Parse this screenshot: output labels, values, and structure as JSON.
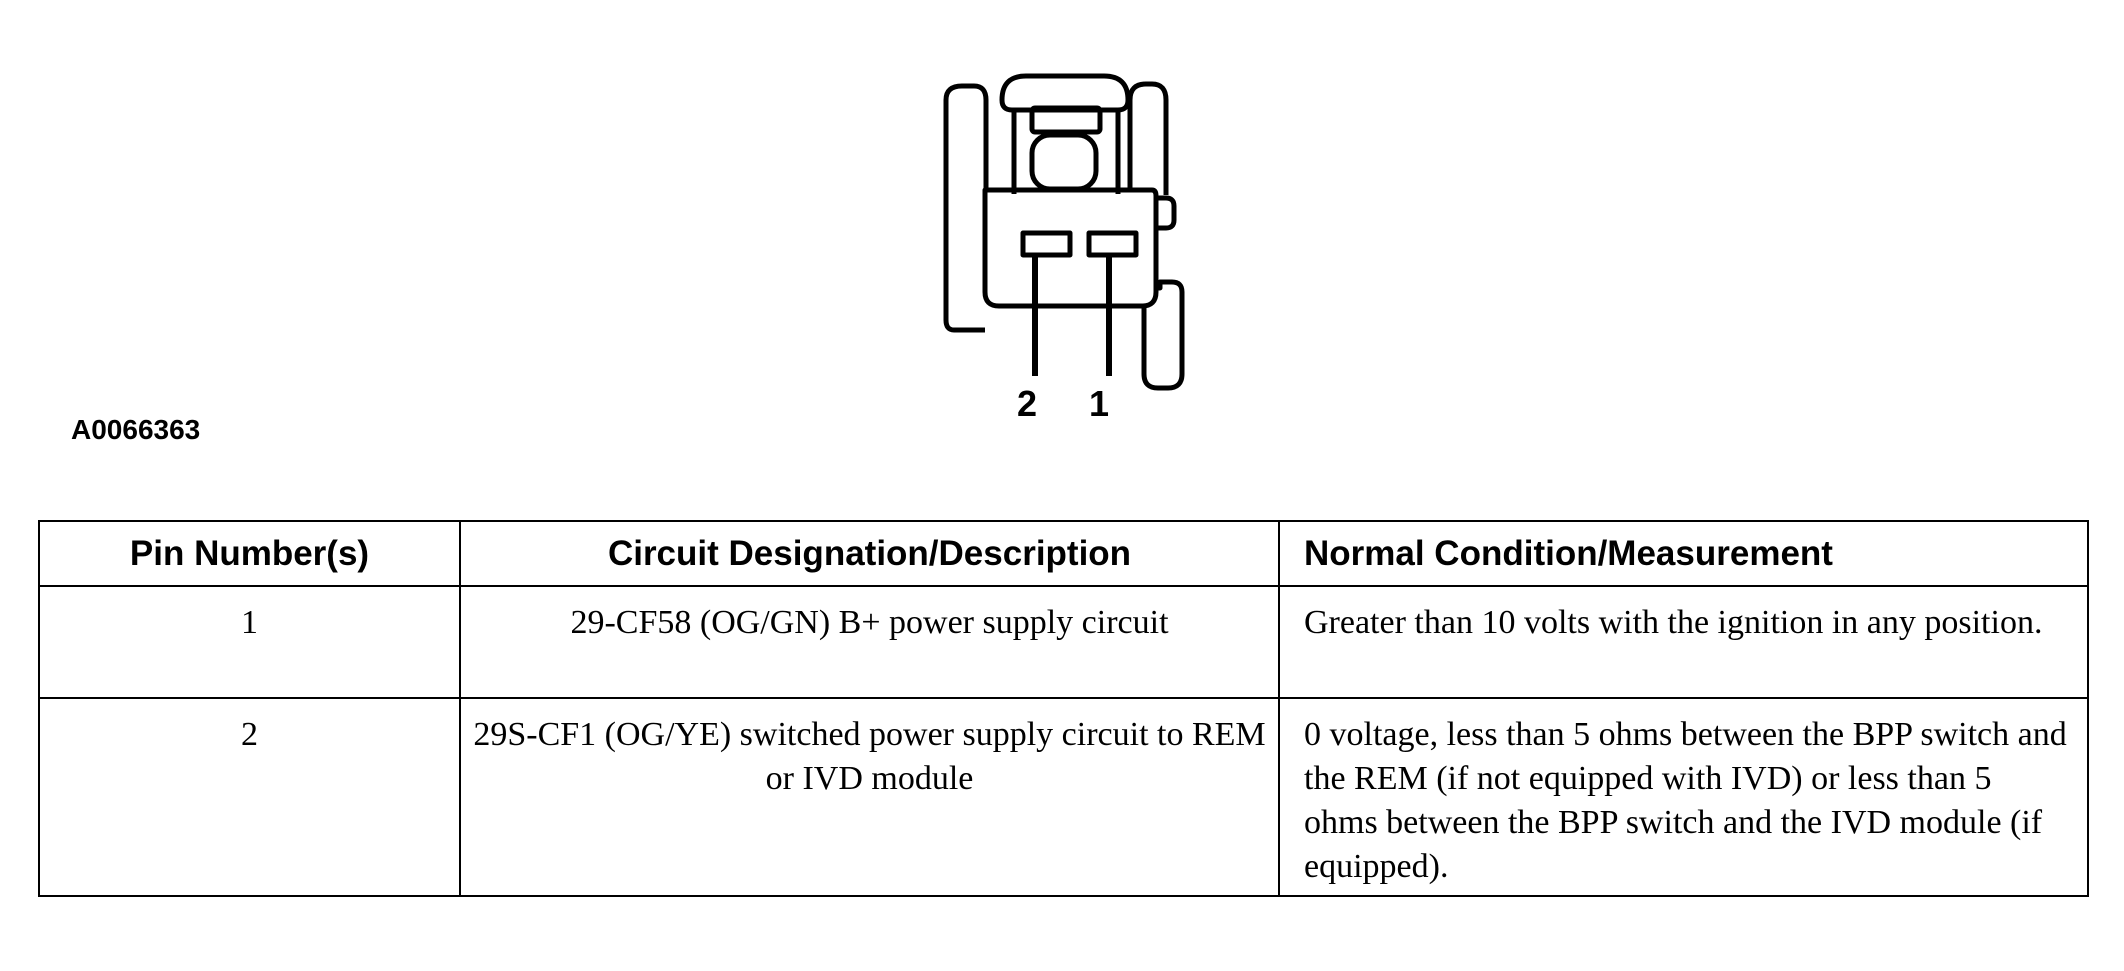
{
  "figure": {
    "id": "A0066363",
    "pin_labels": [
      "2",
      "1"
    ]
  },
  "table": {
    "headers": [
      "Pin Number(s)",
      "Circuit Designation/Description",
      "Normal Condition/Measurement"
    ],
    "rows": [
      {
        "pin": "1",
        "circuit": "29-CF58 (OG/GN) B+ power supply circuit",
        "measurement": "Greater than 10 volts with the ignition in any position."
      },
      {
        "pin": "2",
        "circuit": "29S-CF1 (OG/YE) switched power supply circuit to REM or IVD module",
        "measurement": "0 voltage, less than 5 ohms between the BPP switch and the REM (if not equipped with IVD) or less than 5 ohms between the BPP switch and the IVD module (if equipped)."
      }
    ]
  }
}
